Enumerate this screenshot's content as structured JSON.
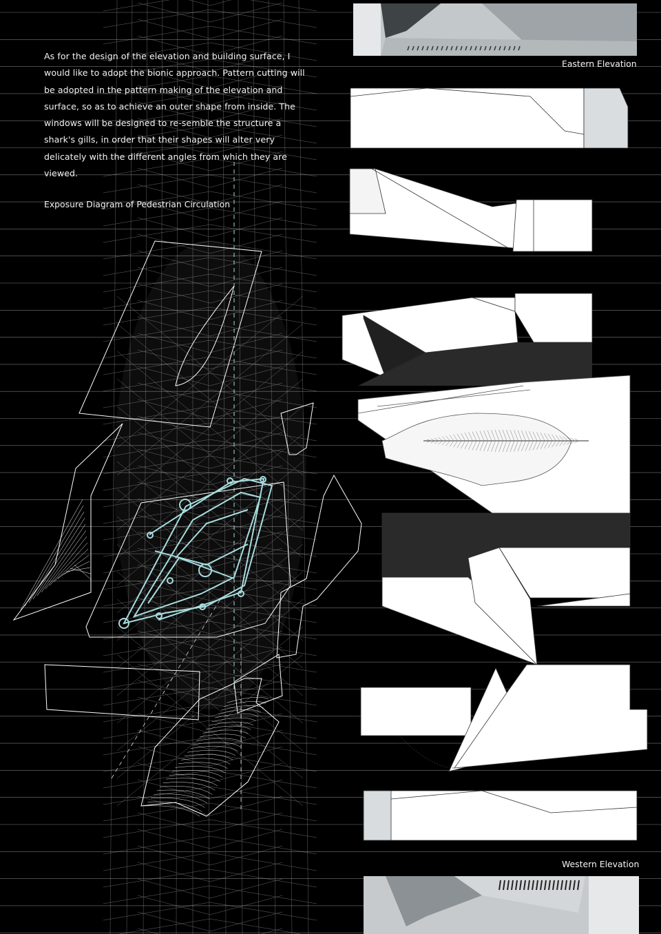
{
  "intro_text": "As for the design of the elevation and building surface, I would like to adopt the bionic approach. Pattern cutting will be adopted in the pattern making of the elevation and surface, so as to achieve an outer shape from inside. The windows will be designed to re-semble the structure a shark's gills, in order that their shapes will alter very delicately with the different angles from which they are viewed.",
  "diagram_title": "Exposure Diagram of Pedestrian Circulation",
  "eastern_label": "Eastern Elevation",
  "western_label": "Western Elevation",
  "colors": {
    "background": "#000000",
    "lines": "#ffffff",
    "circulation": "#a8dde0",
    "render": "#b9bec2"
  }
}
